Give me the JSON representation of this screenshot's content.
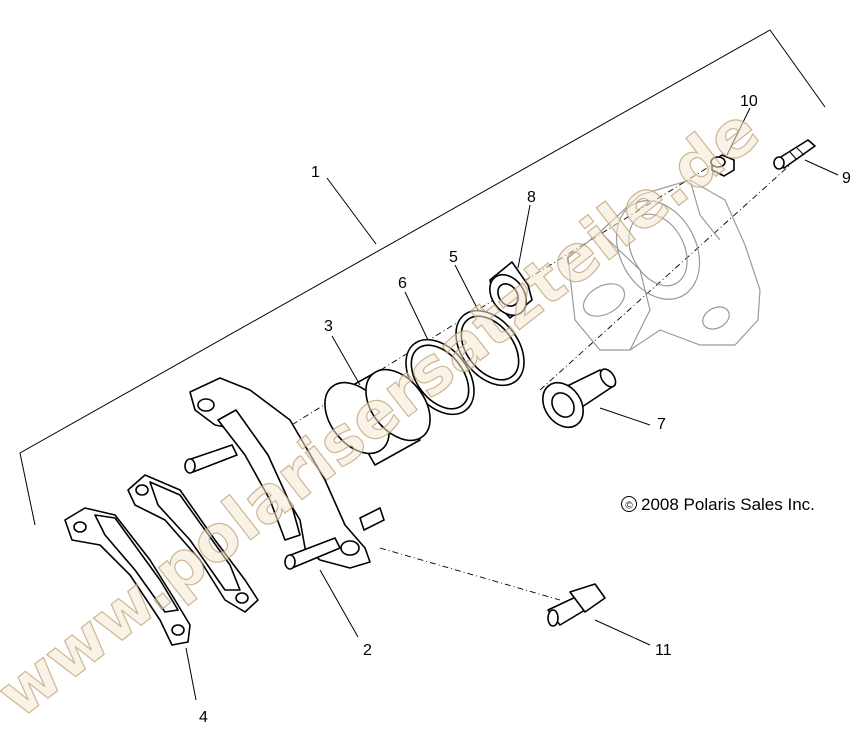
{
  "callouts": [
    "1",
    "2",
    "3",
    "4",
    "5",
    "6",
    "7",
    "8",
    "9",
    "10",
    "11"
  ],
  "copyright": "2008 Polaris Sales Inc.",
  "copyright_symbol": "©",
  "watermark": "www.polarisersatzteile.de"
}
